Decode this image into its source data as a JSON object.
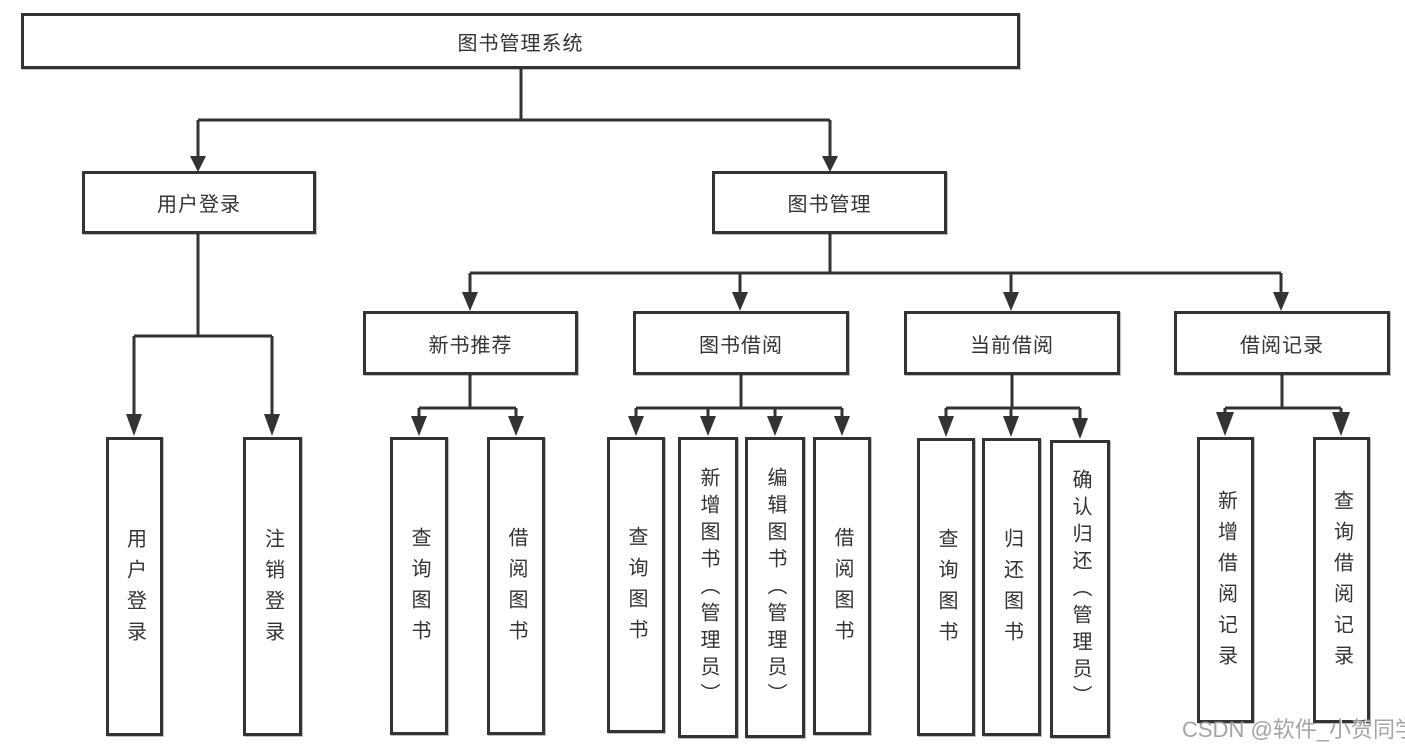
{
  "diagram_type": "hierarchy-tree",
  "colors": {
    "background": "#ffffff",
    "box_border": "#333333",
    "connector_line": "#333333",
    "box_text": "#333333",
    "watermark_text": "#949494"
  },
  "tree": {
    "root": {
      "label": "图书管理系统",
      "children": [
        {
          "label": "用户登录",
          "children": [
            {
              "label": "用户登录"
            },
            {
              "label": "注销登录"
            }
          ]
        },
        {
          "label": "图书管理",
          "children": [
            {
              "label": "新书推荐",
              "children": [
                {
                  "label": "查询图书"
                },
                {
                  "label": "借阅图书"
                }
              ]
            },
            {
              "label": "图书借阅",
              "children": [
                {
                  "label": "查询图书"
                },
                {
                  "label": "新增图书（管理员）"
                },
                {
                  "label": "编辑图书（管理员）"
                },
                {
                  "label": "借阅图书"
                }
              ]
            },
            {
              "label": "当前借阅",
              "children": [
                {
                  "label": "查询图书"
                },
                {
                  "label": "归还图书"
                },
                {
                  "label": "确认归还（管理员）"
                }
              ]
            },
            {
              "label": "借阅记录",
              "children": [
                {
                  "label": "新增借阅记录"
                },
                {
                  "label": "查询借阅记录"
                }
              ]
            }
          ]
        }
      ]
    }
  },
  "watermark": {
    "text": "CSDN @软件_小贺同学"
  }
}
